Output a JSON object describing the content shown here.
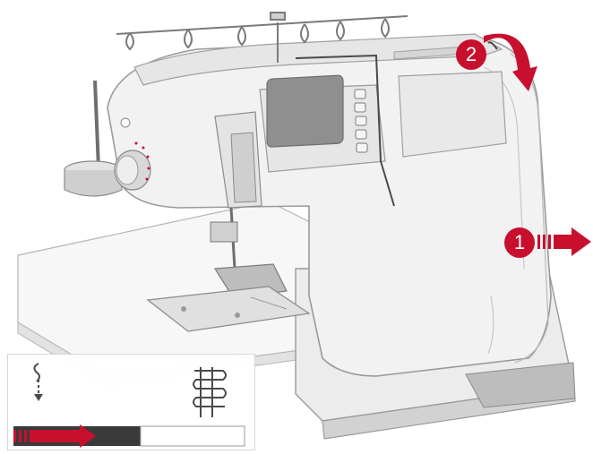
{
  "steps": {
    "step1": "1",
    "step2": "2"
  },
  "colors": {
    "accent_red": "#c8102e",
    "machine_body": "#f2f2f2",
    "outline": "#9a9a9a",
    "dark_bar": "#3a3a3a",
    "screen": "#8f8f8f"
  },
  "icons": {
    "arrow_right": "arrow-right-icon",
    "arrow_down_curved": "curved-arrow-down-icon",
    "thread_down": "thread-down-icon",
    "tension_coil": "thread-coil-icon",
    "progress": "tension-progress-bar"
  },
  "inset": {
    "progress_fraction": 0.55
  }
}
